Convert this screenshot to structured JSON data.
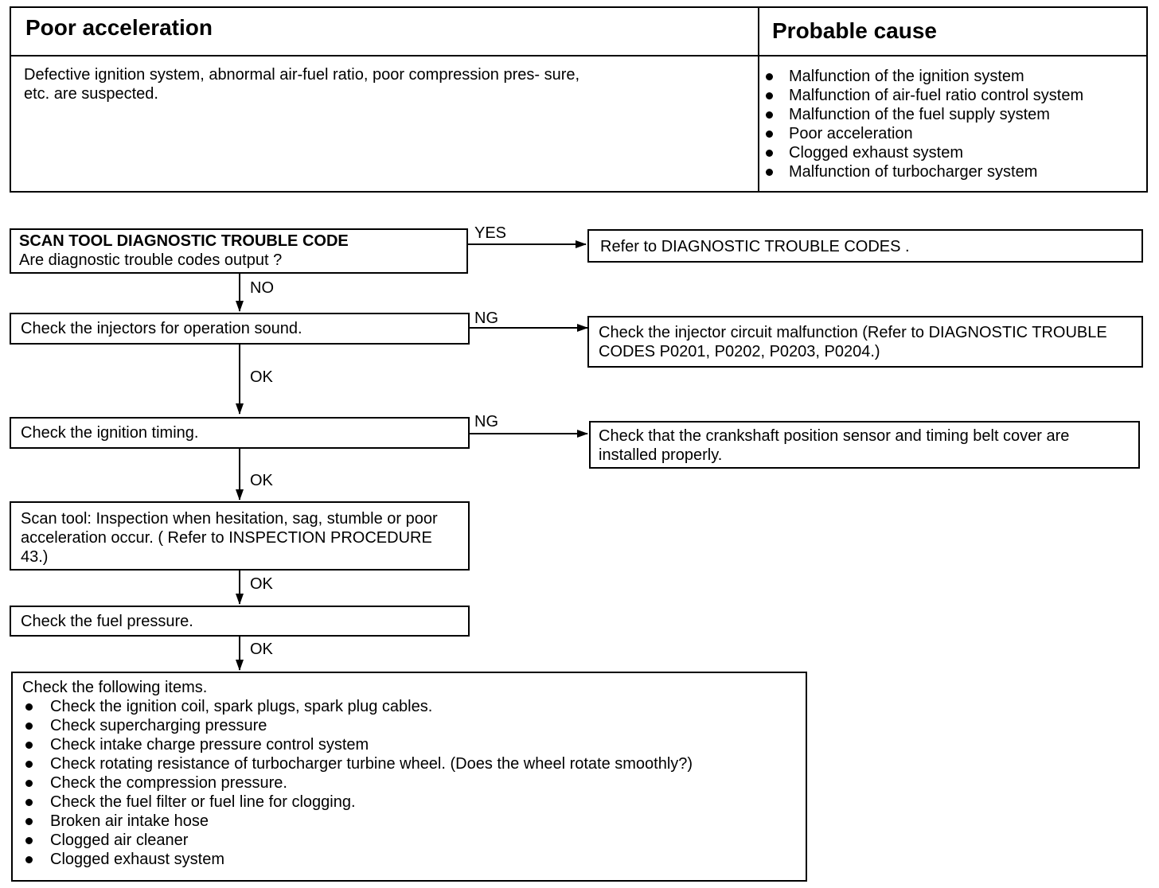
{
  "header": {
    "title": "Poor acceleration",
    "cause_title": "Probable cause",
    "description": "Defective ignition system, abnormal air-fuel ratio, poor compression pres- sure, etc. are suspected.",
    "causes": [
      "Malfunction of the ignition system",
      "Malfunction of air-fuel ratio control system",
      "Malfunction of the fuel supply system",
      "Poor acceleration",
      "Clogged exhaust system",
      "Malfunction of turbocharger system"
    ]
  },
  "flow": {
    "step1": {
      "title": "SCAN TOOL DIAGNOSTIC TROUBLE CODE",
      "question": "Are diagnostic trouble codes output ?"
    },
    "step1_yes": "YES",
    "step1_no": "NO",
    "step1_result": "Refer  to DIAGNOSTIC TROUBLE CODES .",
    "step2": "Check  the  injectors  for  operation  sound.",
    "step2_ng": "NG",
    "step2_ok": "OK",
    "step2_result": "Check the injector circuit malfunction (Refer to DIAGNOSTIC TROUBLE CODES P0201, P0202, P0203, P0204.)",
    "step3": "Check the ignition timing.",
    "step3_ng": "NG",
    "step3_ok": "OK",
    "step3_result": "Check that the crankshaft position sensor and timing belt cover are installed properly.",
    "step4": "Scan tool: Inspection when hesitation, sag, stumble or poor acceleration occur. ( Refer to INSPECTION PROCEDURE 43.)",
    "step4_ok": "OK",
    "step5": "Check the fuel pressure.",
    "step5_ok": "OK",
    "final": {
      "intro": "Check the following items.",
      "items": [
        "Check the ignition coil, spark plugs, spark plug cables.",
        "Check supercharging pressure",
        "Check intake charge pressure control system",
        "Check rotating resistance of turbocharger turbine wheel. (Does the wheel rotate smoothly?)",
        "Check the compression pressure.",
        "Check the fuel filter or fuel line for clogging.",
        "Broken air intake hose",
        "Clogged air cleaner",
        "Clogged exhaust system"
      ]
    }
  }
}
